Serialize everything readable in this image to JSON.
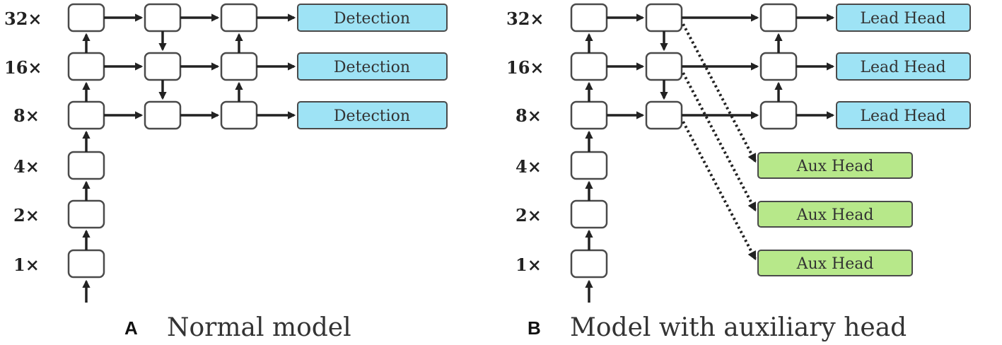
{
  "panel_a": {
    "letter": "A",
    "caption": "Normal model",
    "scales": [
      "32×",
      "16×",
      "8×",
      "4×",
      "2×",
      "1×"
    ],
    "heads": [
      "Detection",
      "Detection",
      "Detection"
    ]
  },
  "panel_b": {
    "letter": "B",
    "caption": "Model with auxiliary head",
    "scales": [
      "32×",
      "16×",
      "8×",
      "4×",
      "2×",
      "1×"
    ],
    "lead_heads": [
      "Lead Head",
      "Lead Head",
      "Lead Head"
    ],
    "aux_heads": [
      "Aux Head",
      "Aux Head",
      "Aux Head"
    ]
  },
  "colors": {
    "lead_head": "#9ee3f5",
    "aux_head": "#b7e88a",
    "node": "#ffffff"
  }
}
